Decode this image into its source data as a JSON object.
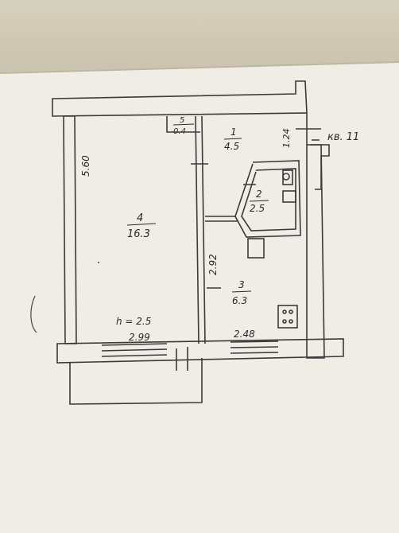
{
  "plan": {
    "apartment_label": "кв. 11",
    "rooms": [
      {
        "number": "4",
        "area": "16.3"
      },
      {
        "number": "1",
        "area": "4.5"
      },
      {
        "number": "2",
        "area": "2.5"
      },
      {
        "number": "3",
        "area": "6.3"
      },
      {
        "number": "5",
        "area": "0.4"
      }
    ],
    "dimensions": {
      "left_wall": "5.60",
      "room4_width": "2.99",
      "room3_width": "2.48",
      "room3_length": "2.92",
      "entry_width": "1.24",
      "ceiling_height": "h = 2.5"
    }
  }
}
